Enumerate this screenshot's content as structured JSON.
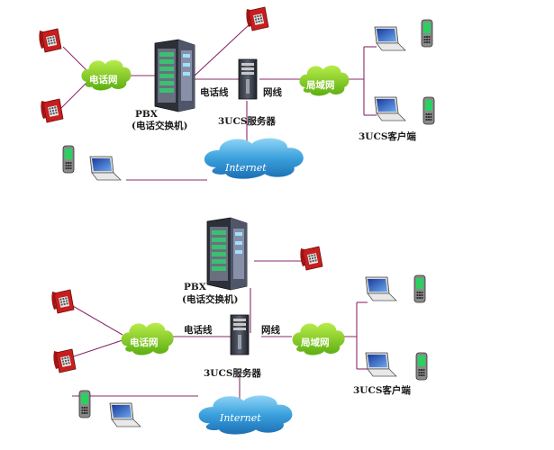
{
  "diagrams": [
    {
      "pbx_label": "PBX",
      "pbx_sublabel": "(电话交换机)",
      "phone_net_label": "电话网",
      "phone_line_label": "电话线",
      "net_line_label": "网线",
      "server_label": "3UCS服务器",
      "lan_label": "局域网",
      "client_label": "3UCS客户端",
      "internet_label": "Internet"
    },
    {
      "pbx_label": "PBX",
      "pbx_sublabel": "(电话交换机)",
      "phone_net_label": "电话网",
      "phone_line_label": "电话线",
      "net_line_label": "网线",
      "server_label": "3UCS服务器",
      "lan_label": "局域网",
      "client_label": "3UCS客户端",
      "internet_label": "Internet"
    }
  ],
  "colors": {
    "link": "#8a2a6a",
    "phone_net_cloud": "#8ed41e",
    "lan_cloud": "#8ed41e",
    "internet_cloud": "#3aa0dc",
    "phone_body": "#c81e1e"
  },
  "icons": [
    "desk-phone-icon",
    "pbx-rack-icon",
    "server-tower-icon",
    "laptop-icon",
    "mobile-phone-icon",
    "cloud-icon"
  ]
}
